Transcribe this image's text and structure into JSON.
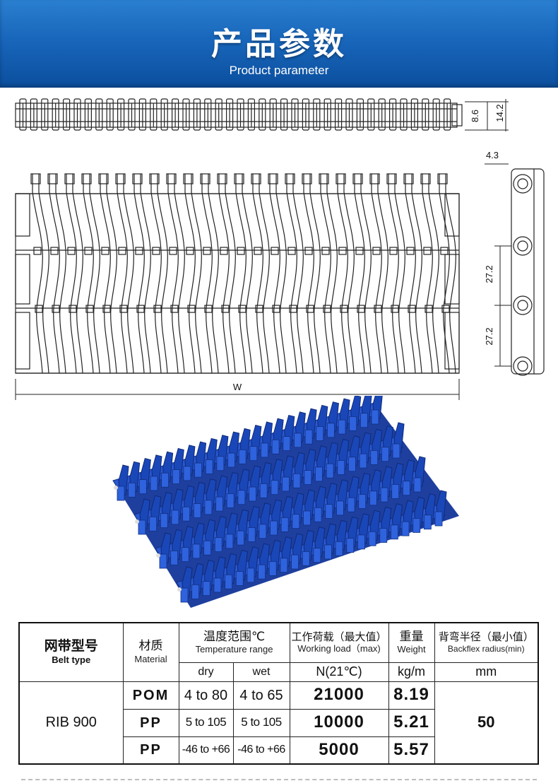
{
  "banner": {
    "title": "产品参数",
    "subtitle": "Product parameter"
  },
  "drawing": {
    "dim_height_1": "8.6",
    "dim_height_2": "14.2",
    "dim_top": "4.3",
    "dim_pitch_1": "27.2",
    "dim_pitch_2": "27.2",
    "dim_width": "W"
  },
  "photo": {
    "color": "#1a47b8"
  },
  "table": {
    "header": {
      "belt_type_cn": "网带型号",
      "belt_type_en": "Belt type",
      "material_cn": "材质",
      "material_en": "Material",
      "temp_cn": "温度范围℃",
      "temp_en": "Temperature range",
      "temp_dry": "dry",
      "temp_wet": "wet",
      "load_cn": "工作荷载（最大值）",
      "load_en": "Working load（max)",
      "load_unit": "N(21℃)",
      "weight_cn": "重量",
      "weight_en": "Weight",
      "weight_unit": "kg/m",
      "radius_cn": "背弯半径（最小值）",
      "radius_en": "Backflex radius(min)",
      "radius_unit": "mm"
    },
    "belt_type": "RIB 900",
    "backflex_radius": "50",
    "rows": [
      {
        "material": "POM",
        "dry": "4 to 80",
        "wet": "4 to 65",
        "load": "21000",
        "weight": "8.19"
      },
      {
        "material": "PP",
        "dry": "5 to 105",
        "wet": "5 to 105",
        "load": "10000",
        "weight": "5.21"
      },
      {
        "material": "PP",
        "dry": "-46 to +66",
        "wet": "-46 to +66",
        "load": "5000",
        "weight": "5.57"
      }
    ]
  }
}
